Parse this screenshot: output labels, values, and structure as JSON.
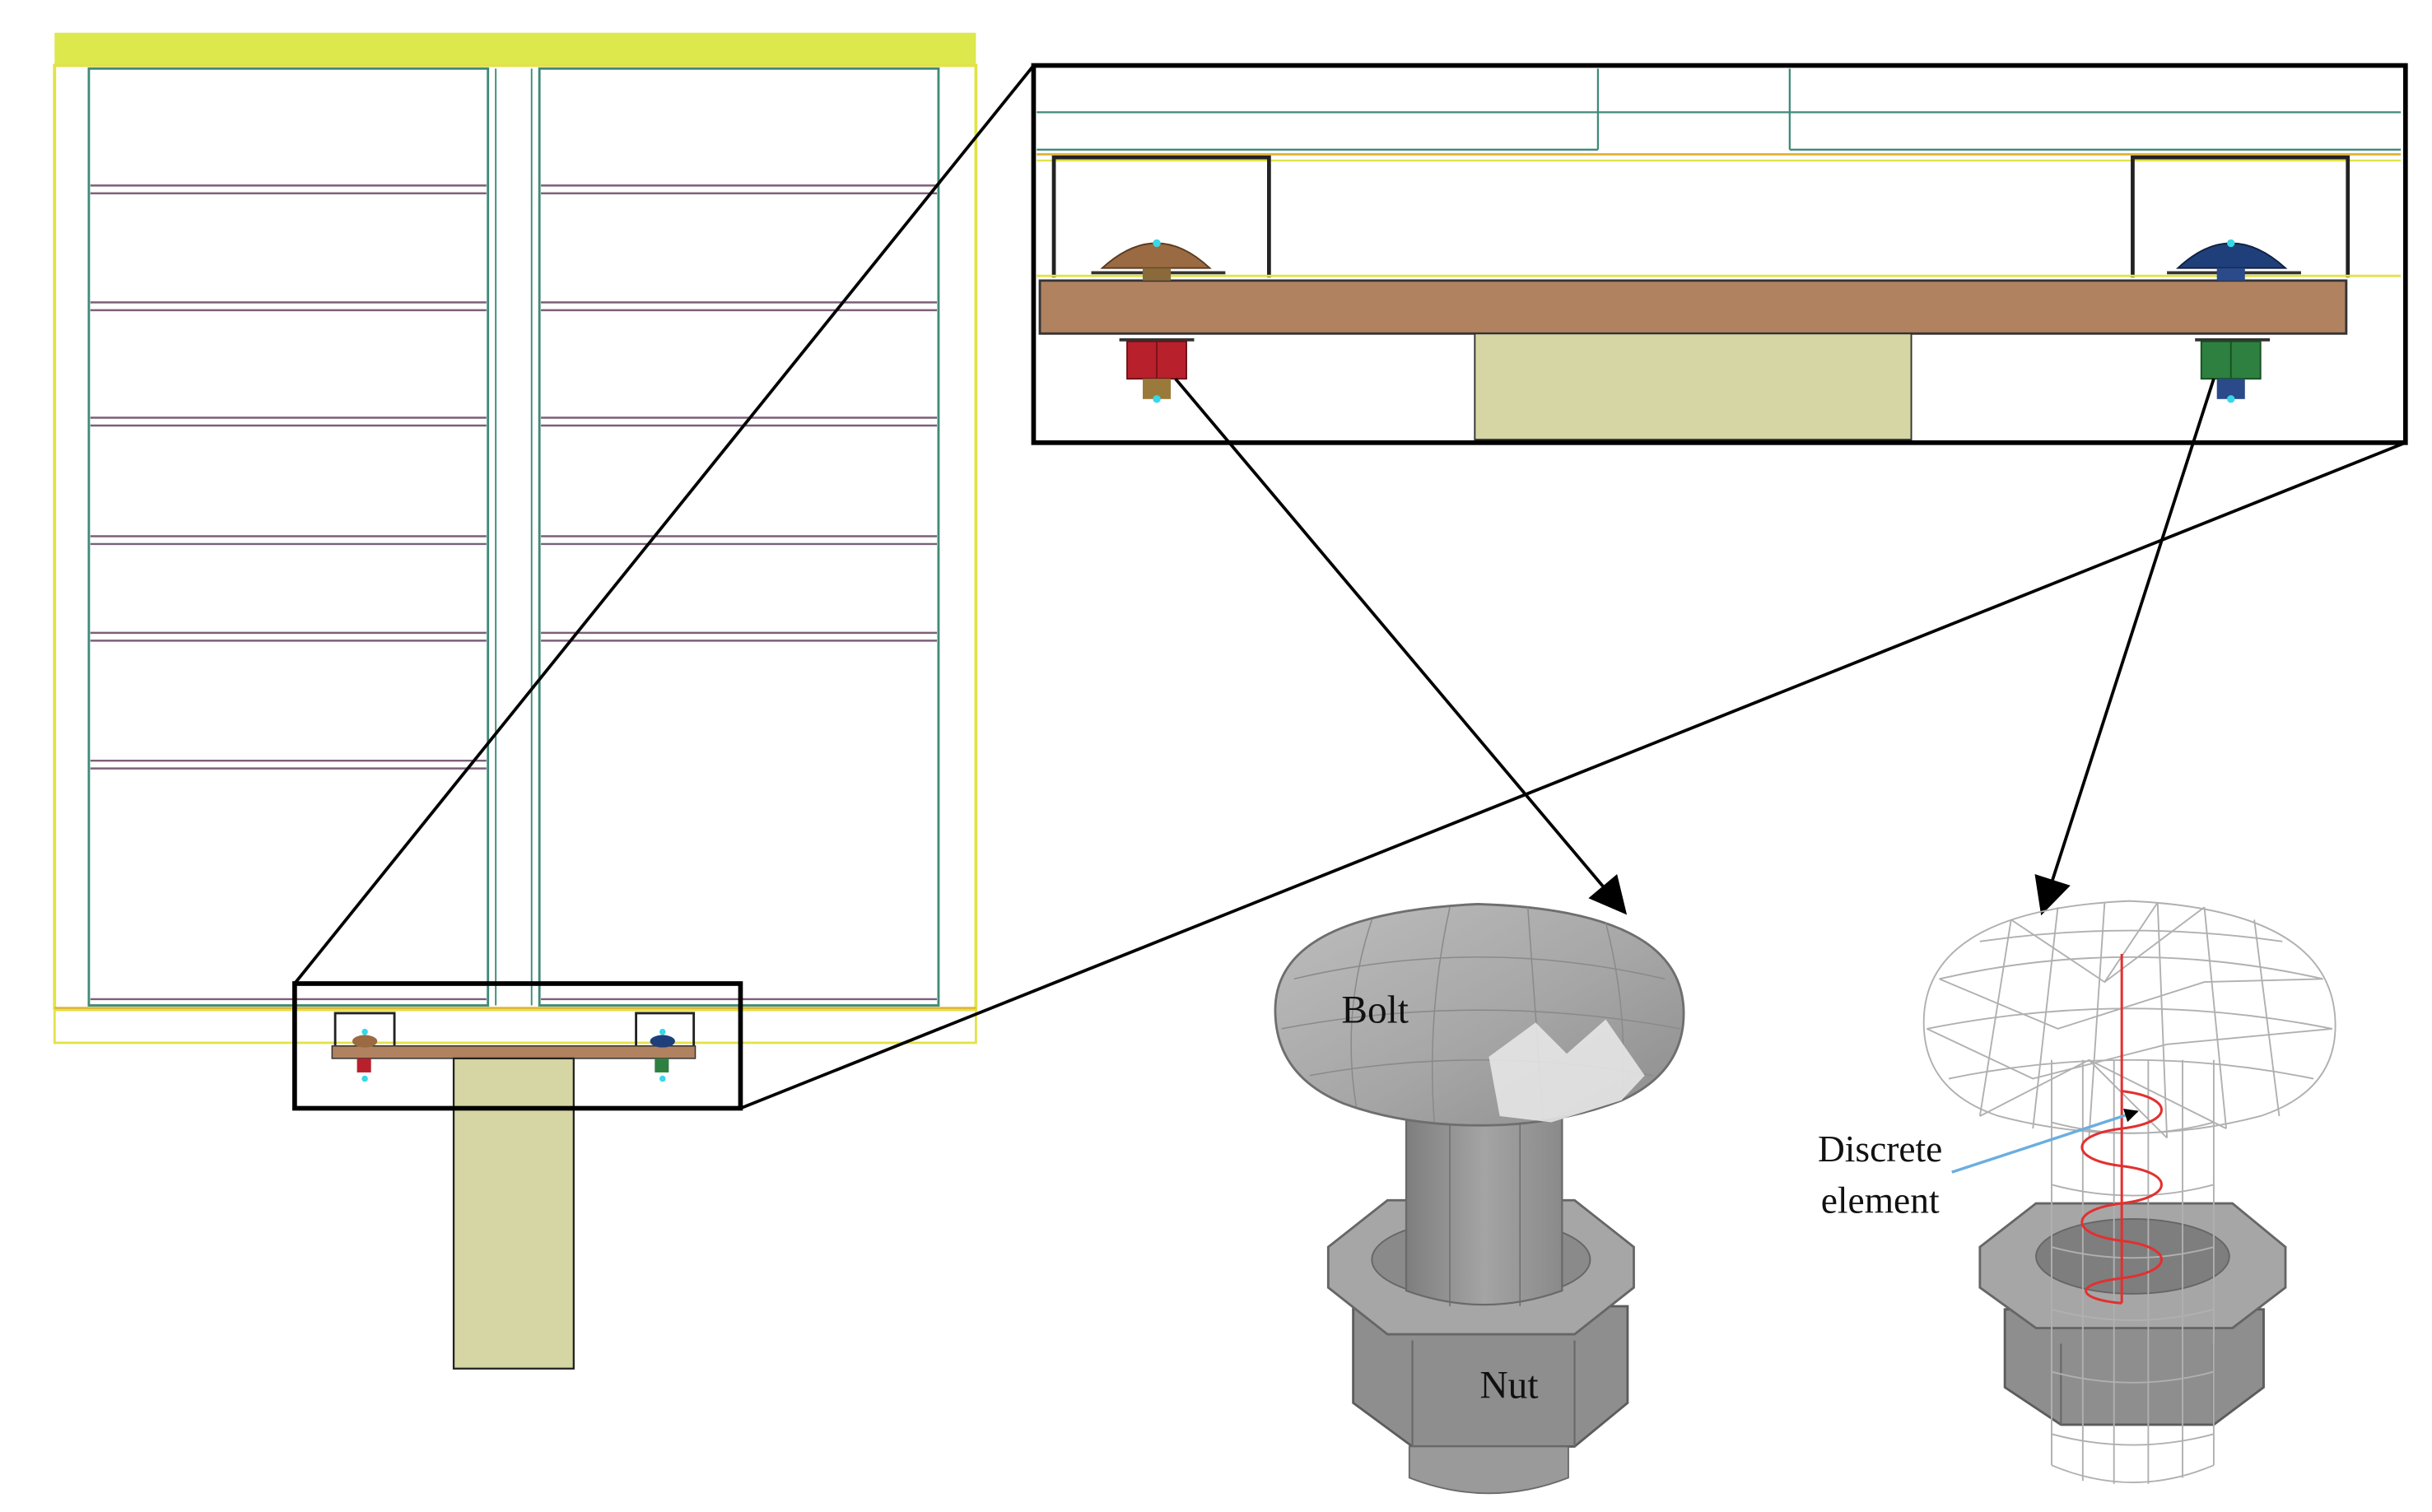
{
  "labels": {
    "bolt": "Bolt",
    "nut": "Nut",
    "discrete_line1": "Discrete",
    "discrete_line2": "element"
  },
  "colors": {
    "outline_yellow": "#e2e24a",
    "top_bar": "#dde84c",
    "panel_green": "#3f8a78",
    "panel_rail": "#7d5f78",
    "plate_brown": "#b08260",
    "post_khaki": "#d5d6a3",
    "bolt_left_head": "#9a6a42",
    "bolt_right_head": "#1f3f7a",
    "nut_left": "#b8202c",
    "nut_right": "#2e8040",
    "node_cyan": "#38d8e8",
    "wire_gray": "#b0b0b0",
    "spring_red": "#e23030",
    "pointer_blue": "#6aaee0"
  },
  "icons": {
    "bolt_solid": "solid-bolt-nut-icon",
    "bolt_wireframe": "wireframe-bolt-nut-icon"
  }
}
